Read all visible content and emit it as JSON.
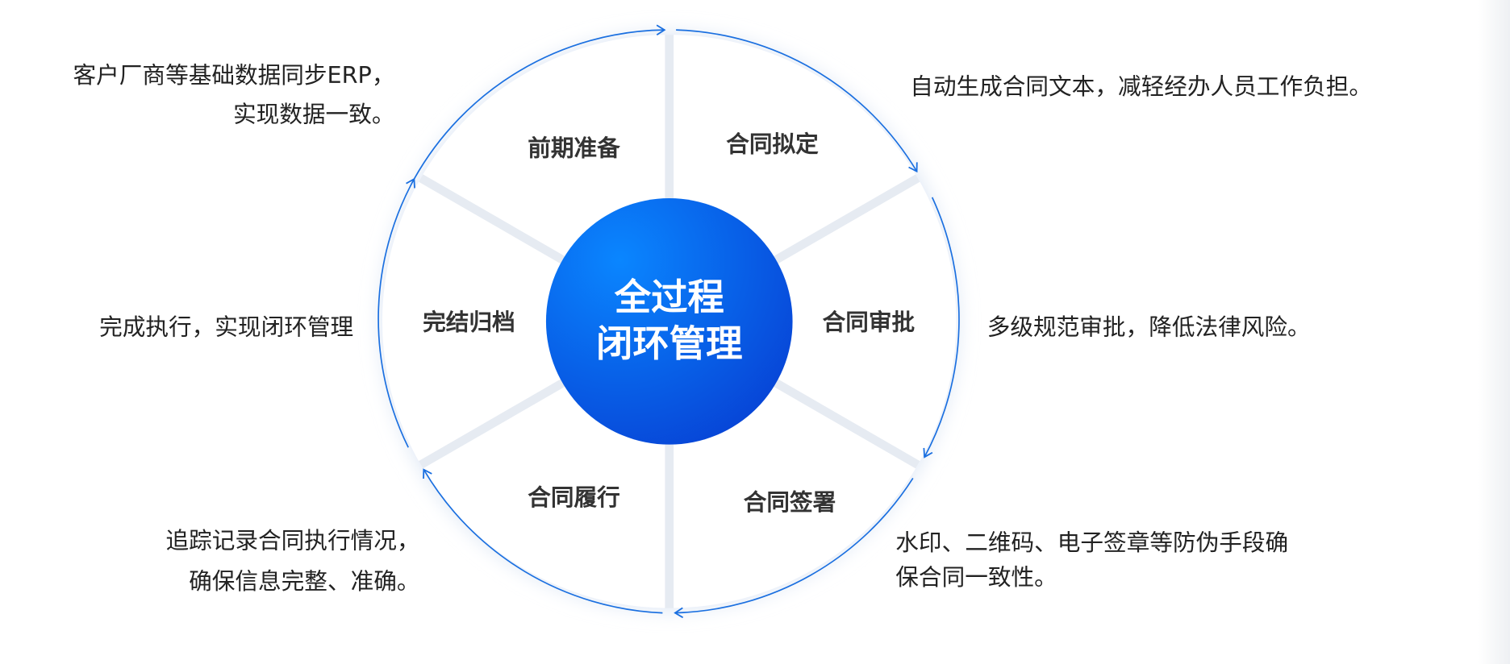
{
  "center": {
    "line1": "全过程",
    "line2": "闭环管理"
  },
  "segments": [
    {
      "label": "前期准备",
      "desc": [
        "客户厂商等基础数据同步ERP，",
        "实现数据一致。"
      ]
    },
    {
      "label": "合同拟定",
      "desc": [
        "自动生成合同文本，减轻经办人员工作负担。"
      ]
    },
    {
      "label": "合同审批",
      "desc": [
        "多级规范审批，降低法律风险。"
      ]
    },
    {
      "label": "合同签署",
      "desc": [
        "水印、二维码、电子签章等防伪手段确",
        "保合同一致性。"
      ]
    },
    {
      "label": "合同履行",
      "desc": [
        "追踪记录合同执行情况，",
        "确保信息完整、准确。"
      ]
    },
    {
      "label": "完结归档",
      "desc": [
        "完成执行，实现闭环管理"
      ]
    }
  ],
  "colors": {
    "accent": "#1a6fe0",
    "center_start": "#0a7cff",
    "center_end": "#0a4ad8",
    "divider": "#e6ebf2"
  }
}
